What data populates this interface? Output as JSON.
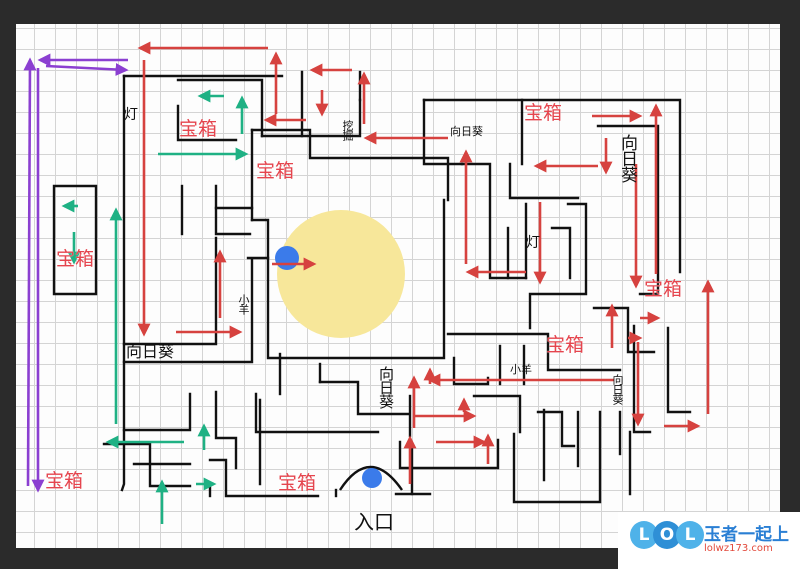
{
  "map": {
    "labels": {
      "chest": "宝箱",
      "sunflower": "向日葵",
      "lamp": "灯",
      "lamb": "小羊",
      "excavate": "挖掘",
      "entrance": "入口"
    }
  },
  "watermark": {
    "logo": "LOL",
    "title": "玉者一起上",
    "url": "lolwz173.com"
  },
  "colors": {
    "route_red": "#d6423f",
    "route_green": "#1fb184",
    "route_purple": "#8b3fd1",
    "yellow_zone": "#f7e79a",
    "marker_blue": "#3b7bea",
    "chest_text": "#e5454e"
  }
}
